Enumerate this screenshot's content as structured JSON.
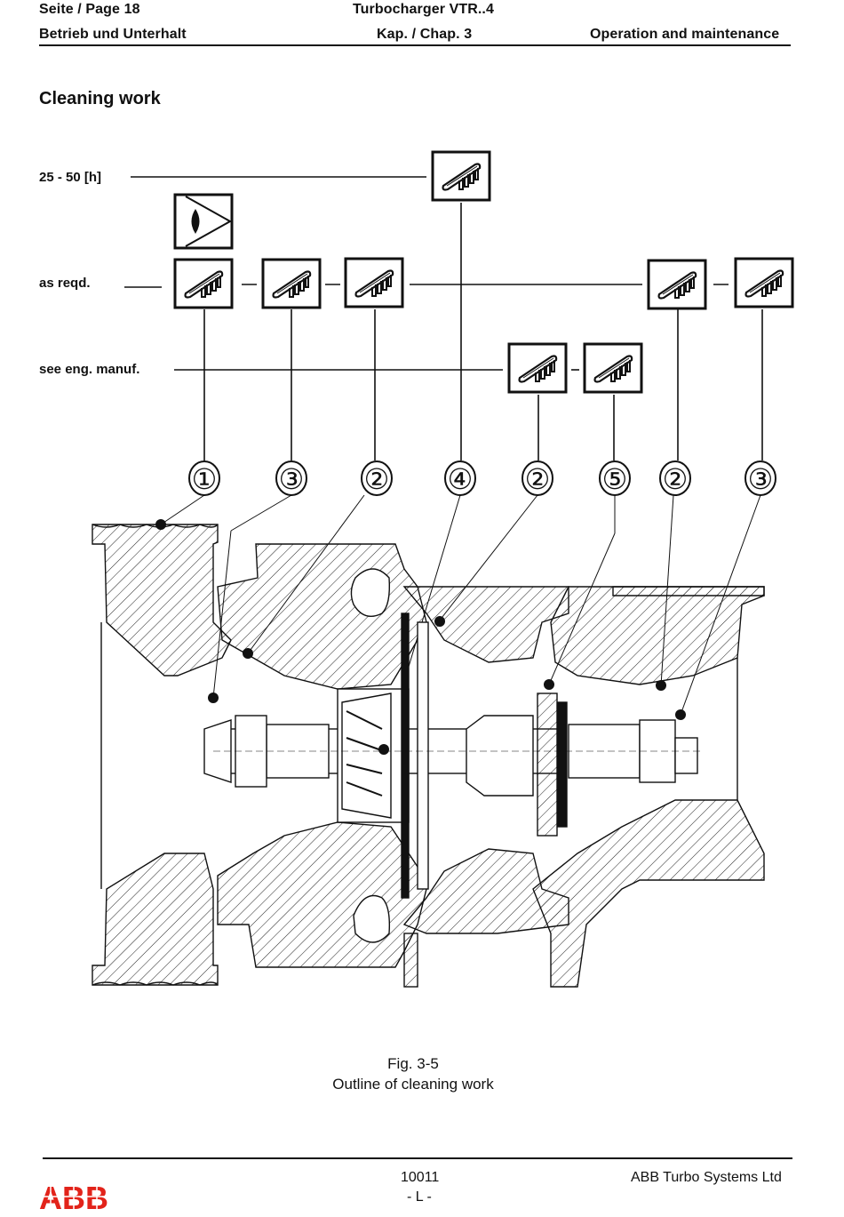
{
  "header": {
    "page": "Seite / Page  18",
    "product": "Turbocharger VTR..4",
    "section_de": "Betrieb und Unterhalt",
    "chapter": "Kap. / Chap. 3",
    "section_en": "Operation and maintenance"
  },
  "title": "Cleaning work",
  "schedule_rows": [
    {
      "label": "25 - 50 [h]",
      "icons": [
        "brush-icon"
      ]
    },
    {
      "label": "as reqd.",
      "icons": [
        "eye-icon",
        "brush-icon",
        "brush-icon",
        "brush-icon",
        "brush-icon",
        "brush-icon"
      ]
    },
    {
      "label": "see eng. manuf.",
      "icons": [
        "brush-icon",
        "brush-icon"
      ]
    }
  ],
  "callouts": [
    "①",
    "③",
    "②",
    "④",
    "②",
    "⑤",
    "②",
    "③"
  ],
  "figure": {
    "number": "Fig. 3-5",
    "caption": "Outline of cleaning work"
  },
  "footer": {
    "logo": "ABB",
    "logo_color": "#e2231a",
    "doc_number": "10011",
    "revision": "- L -",
    "company": "ABB Turbo Systems Ltd"
  }
}
